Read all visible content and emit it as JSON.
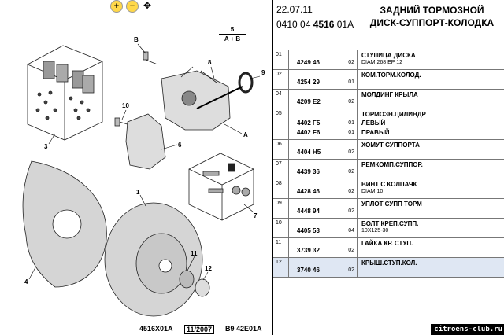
{
  "toolbar": {
    "zoom_in": "+",
    "zoom_out": "−",
    "move": "✥",
    "zoom_in_icon": "zoom-in-icon",
    "zoom_out_icon": "zoom-out-icon",
    "move_icon": "move-icon"
  },
  "diagram": {
    "callouts": [
      "B",
      "8",
      "9",
      "10",
      "3",
      "6",
      "A",
      "1",
      "7",
      "4",
      "11",
      "12"
    ],
    "fraction_top": "5",
    "fraction_bottom": "A + B",
    "footer_left": "4516X01A",
    "footer_date": "11/2007",
    "footer_right": "B9 42E01A"
  },
  "header": {
    "date": "22.07.11",
    "code_pre": "0410 04 ",
    "code_bold": "4516",
    "code_post": " 01A",
    "title_line1": "ЗАДНИЙ ТОРМОЗНОЙ",
    "title_line2": "ДИСК-СУППОРТ-КОЛОДКА"
  },
  "parts": [
    {
      "num": "01",
      "refs": [
        {
          "ref": "4249 46",
          "qty": "02"
        }
      ],
      "desc": "СТУПИЦА ДИСКА",
      "sub": "DIAM 268 EP 12"
    },
    {
      "num": "02",
      "refs": [
        {
          "ref": "4254 29",
          "qty": "01"
        }
      ],
      "desc": "КОМ.ТОРМ.КОЛОД.",
      "sub": ""
    },
    {
      "num": "04",
      "refs": [
        {
          "ref": "4209 E2",
          "qty": "02"
        }
      ],
      "desc": "МОЛДИНГ КРЫЛА",
      "sub": ""
    },
    {
      "num": "05",
      "refs": [
        {
          "ref": "4402 F5",
          "qty": "01"
        },
        {
          "ref": "4402 F6",
          "qty": "01"
        }
      ],
      "desc": "ТОРМОЗН.ЦИЛИНДР",
      "desc_lines": [
        "ЛЕВЫЙ",
        "ПРАВЫЙ"
      ],
      "sub": ""
    },
    {
      "num": "06",
      "refs": [
        {
          "ref": "4404 H5",
          "qty": "02"
        }
      ],
      "desc": "ХОМУТ СУППОРТА",
      "sub": ""
    },
    {
      "num": "07",
      "refs": [
        {
          "ref": "4439 36",
          "qty": "02"
        }
      ],
      "desc": "РЕМКОМП.СУППОР.",
      "sub": ""
    },
    {
      "num": "08",
      "refs": [
        {
          "ref": "4428 46",
          "qty": "02"
        }
      ],
      "desc": "ВИНТ С КОЛПАЧК",
      "sub": "DIAM 10"
    },
    {
      "num": "09",
      "refs": [
        {
          "ref": "4448 94",
          "qty": "02"
        }
      ],
      "desc": "УПЛОТ СУПП ТОРМ",
      "sub": ""
    },
    {
      "num": "10",
      "refs": [
        {
          "ref": "4405 53",
          "qty": "04"
        }
      ],
      "desc": "БОЛТ КРЕП.СУПП.",
      "sub": "10X125-30"
    },
    {
      "num": "11",
      "refs": [
        {
          "ref": "3739 32",
          "qty": "02"
        }
      ],
      "desc": "ГАЙКА КР. СТУП.",
      "sub": ""
    },
    {
      "num": "12",
      "refs": [
        {
          "ref": "3740 46",
          "qty": "02"
        }
      ],
      "desc": "КРЫШ.СТУП.КОЛ.",
      "sub": "",
      "selected": true
    }
  ],
  "watermark": "citroens-club.ru"
}
